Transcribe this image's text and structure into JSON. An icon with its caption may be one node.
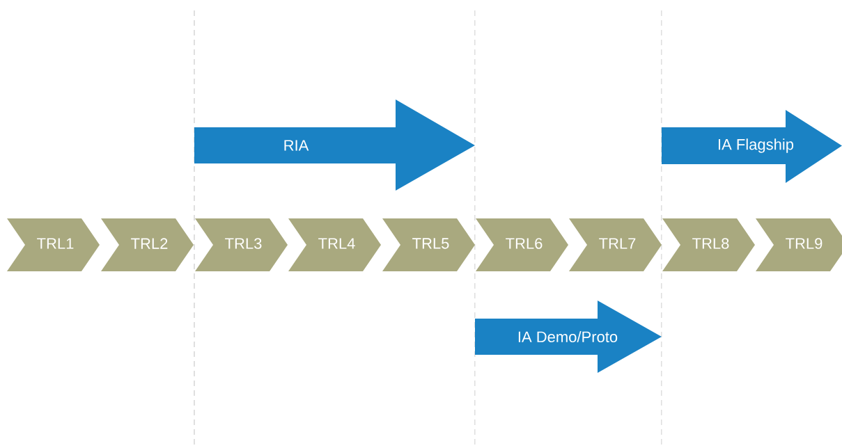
{
  "diagram": {
    "nodes": [
      {
        "text": [
          "RIA"
        ]
      },
      {
        "text": [
          "IA Flagship"
        ]
      },
      {
        "text": [
          "TRL1"
        ]
      },
      {
        "text": [
          "TRL2"
        ]
      },
      {
        "text": [
          "TRL3"
        ]
      },
      {
        "text": [
          "TRL4"
        ]
      },
      {
        "text": [
          "TRL5"
        ]
      },
      {
        "text": [
          "TRL6"
        ]
      },
      {
        "text": [
          "TRL7"
        ]
      },
      {
        "text": [
          "TRL8"
        ]
      },
      {
        "text": [
          "TRL9"
        ]
      },
      {
        "text": [
          "IA Demo/Proto"
        ]
      }
    ]
  }
}
